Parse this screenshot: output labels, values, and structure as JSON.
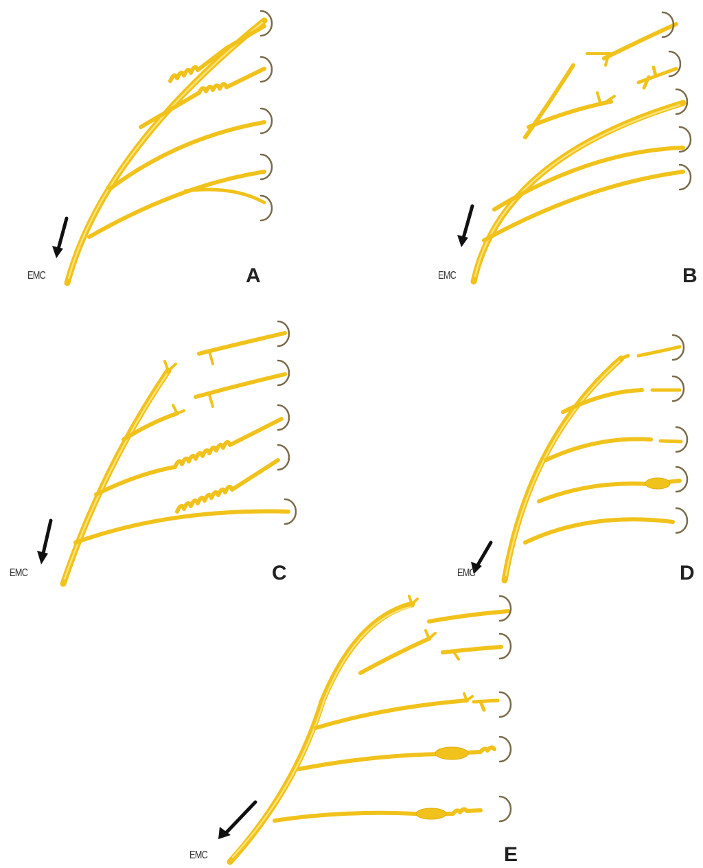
{
  "panels": [
    {
      "id": "A",
      "label": "A",
      "source_label": "EMC"
    },
    {
      "id": "B",
      "label": "B",
      "source_label": "EMC"
    },
    {
      "id": "C",
      "label": "C",
      "source_label": "EMC"
    },
    {
      "id": "D",
      "label": "D",
      "source_label": "EMC"
    },
    {
      "id": "E",
      "label": "E",
      "source_label": "EMC"
    }
  ],
  "colors": {
    "nerve": "#f1c21b",
    "nerve_highlight": "#fbe27a",
    "muscle_fiber": "#7a6a4a",
    "arrow": "#111111"
  }
}
